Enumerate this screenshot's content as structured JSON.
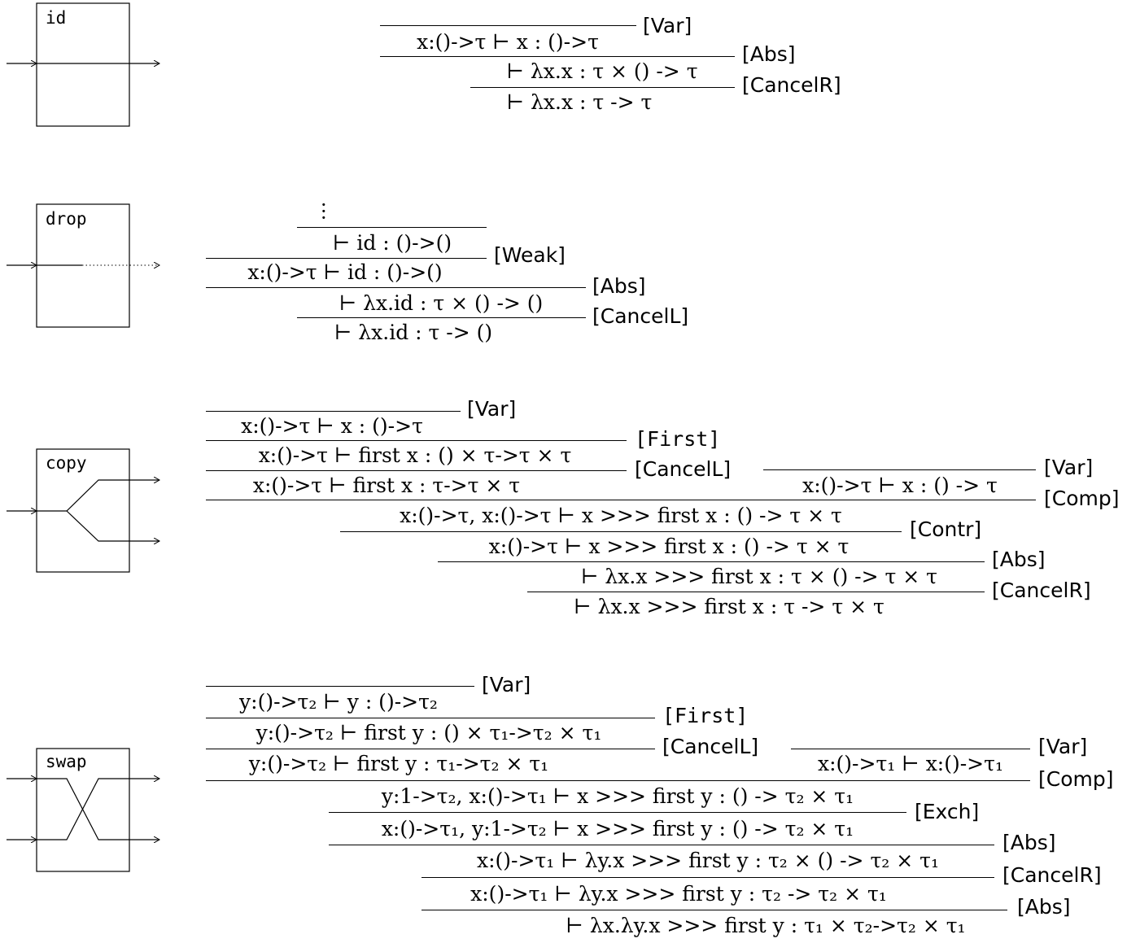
{
  "boxes": [
    {
      "label": "id"
    },
    {
      "label": "drop"
    },
    {
      "label": "copy"
    },
    {
      "label": "swap"
    }
  ],
  "id_proof": {
    "s1": "x:()->τ ⊢ x  :  ()->τ",
    "s2": "⊢ λx.x  :  τ × () -> τ",
    "s3": "⊢ λx.x  :  τ -> τ",
    "r1": "[Var]",
    "r2": "[Abs]",
    "r3": "[CancelR]"
  },
  "drop_proof": {
    "s1": "⊢ id  :  ()->()",
    "s2": "x:()->τ ⊢ id  :  ()->()",
    "s3": "⊢ λx.id  :  τ × () -> ()",
    "s4": "⊢ λx.id  :  τ -> ()",
    "r1": "[Weak]",
    "r2": "[Abs]",
    "r3": "[CancelL]"
  },
  "copy_proof": {
    "s1": "x:()->τ ⊢ x  :  ()->τ",
    "s2": "x:()->τ ⊢ first x  :  () × τ->τ × τ",
    "s3": "x:()->τ ⊢ first x  :  τ->τ × τ",
    "s4": "x:()->τ ⊢ x  :  () -> τ",
    "s5": "x:()->τ, x:()->τ ⊢ x >>> first x  :  () -> τ × τ",
    "s6": "x:()->τ ⊢ x >>> first x  :  () -> τ × τ",
    "s7": "⊢ λx.x >>> first x  :  τ × () -> τ × τ",
    "s8": "⊢ λx.x >>> first x  :  τ -> τ × τ",
    "r1": "[Var]",
    "r2": "[First]",
    "r3": "[CancelL]",
    "r4": "[Var]",
    "r5": "[Comp]",
    "r6": "[Contr]",
    "r7": "[Abs]",
    "r8": "[CancelR]"
  },
  "swap_proof": {
    "s1": "y:()->τ₂ ⊢ y  :  ()->τ₂",
    "s2": "y:()->τ₂ ⊢ first y  :  () × τ₁->τ₂ × τ₁",
    "s3": "y:()->τ₂ ⊢ first y  :  τ₁->τ₂ × τ₁",
    "s4": "x:()->τ₁ ⊢ x:()->τ₁",
    "s5": "y:1->τ₂, x:()->τ₁ ⊢ x >>> first y  :  () -> τ₂ × τ₁",
    "s6": "x:()->τ₁, y:1->τ₂ ⊢ x >>> first y  :  () -> τ₂ × τ₁",
    "s7": "x:()->τ₁ ⊢ λy.x >>> first y  :  τ₂ × () -> τ₂ × τ₁",
    "s8": "x:()->τ₁ ⊢ λy.x >>> first y  :  τ₂ -> τ₂ × τ₁",
    "s9": "⊢ λx.λy.x >>> first y  :  τ₁ × τ₂->τ₂ × τ₁",
    "r1": "[Var]",
    "r2": "[First]",
    "r3": "[CancelL]",
    "r4": "[Var]",
    "r5": "[Comp]",
    "r6": "[Exch]",
    "r7": "[Abs]",
    "r8": "[CancelR]",
    "r9": "[Abs]"
  }
}
